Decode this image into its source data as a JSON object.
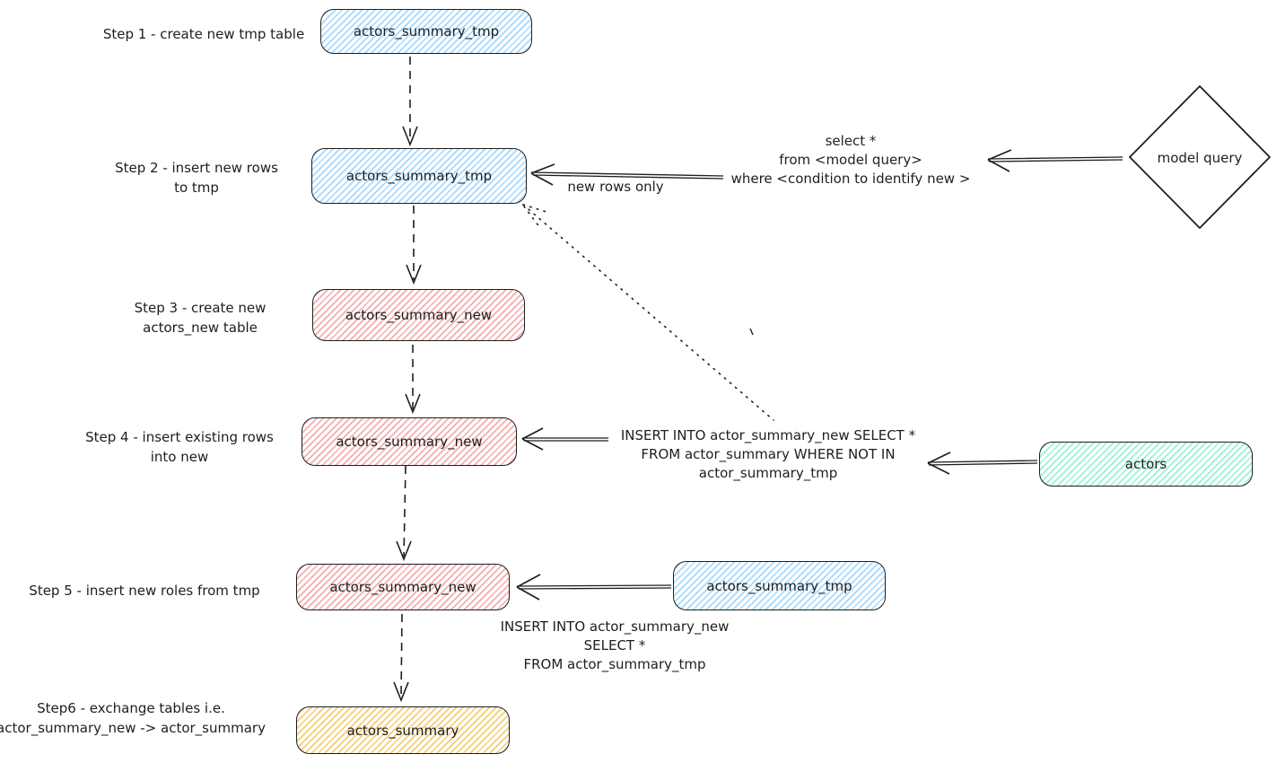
{
  "colors": {
    "blue": "#a5d8ff",
    "red": "#f5abab",
    "green": "#96f2d7",
    "yellow": "#f6cd6f",
    "stroke": "#1e1e1e"
  },
  "steps": [
    {
      "label": [
        "Step 1 - create new tmp table"
      ],
      "node": {
        "name": "actors_summary_tmp",
        "fill": "blue"
      }
    },
    {
      "label": [
        "Step 2 - insert new rows",
        "to tmp"
      ],
      "node": {
        "name": "actors_summary_tmp",
        "fill": "blue"
      }
    },
    {
      "label": [
        "Step 3 - create new",
        "actors_new table"
      ],
      "node": {
        "name": "actors_summary_new",
        "fill": "red"
      }
    },
    {
      "label": [
        "Step 4 - insert existing rows",
        "into new"
      ],
      "node": {
        "name": "actors_summary_new",
        "fill": "red"
      }
    },
    {
      "label": [
        "Step 5 - insert new roles from tmp"
      ],
      "node": {
        "name": "actors_summary_new",
        "fill": "red"
      },
      "source_node": {
        "name": "actors_summary_tmp",
        "fill": "blue"
      },
      "sql": [
        "INSERT INTO actor_summary_new",
        "SELECT *",
        "FROM actor_summary_tmp"
      ]
    },
    {
      "label": [
        "Step6 - exchange tables i.e.",
        "actor_summary_new -> actor_summary"
      ],
      "node": {
        "name": "actors_summary",
        "fill": "yellow"
      }
    }
  ],
  "annotations": {
    "new_rows_only": "new rows only",
    "model_query_sql": [
      "select *",
      "from <model query>",
      "where <condition to identify new >"
    ],
    "step4_sql": [
      "INSERT INTO actor_summary_new SELECT *",
      "FROM actor_summary WHERE NOT IN",
      "actor_summary_tmp"
    ]
  },
  "external_nodes": {
    "model_query": {
      "name": "model query",
      "shape": "diamond"
    },
    "actors": {
      "name": "actors",
      "fill": "green"
    }
  }
}
